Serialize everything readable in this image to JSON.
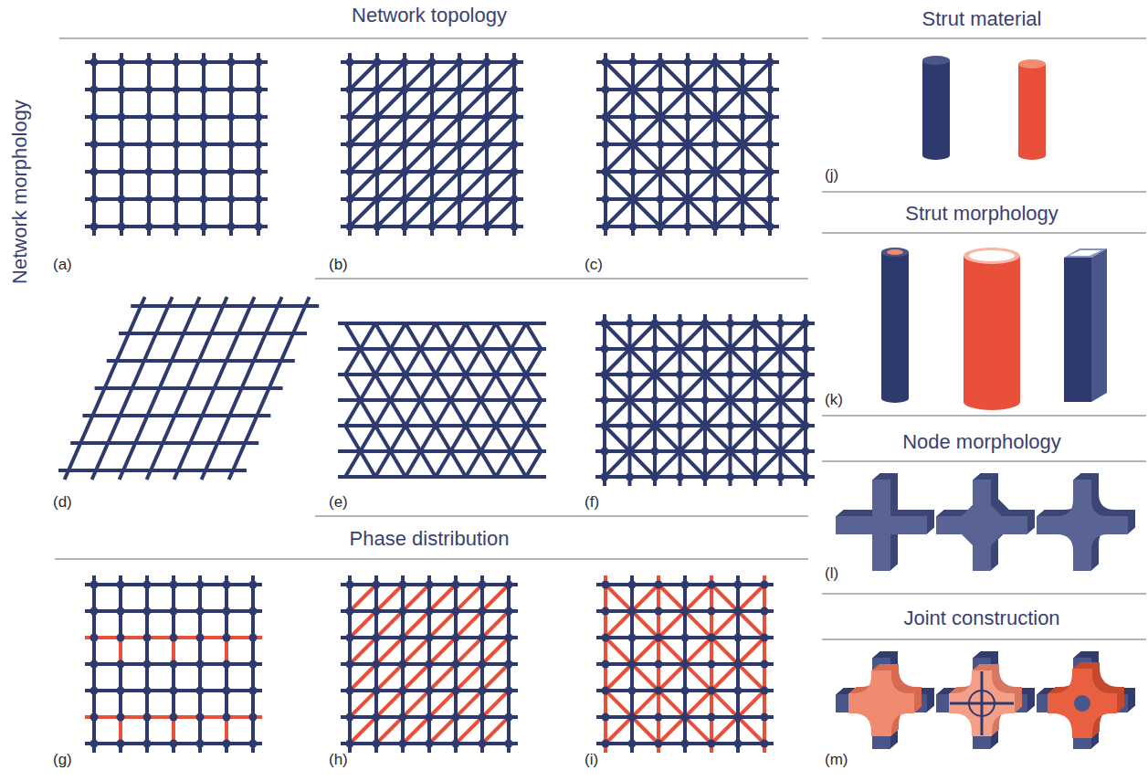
{
  "diagram": {
    "labels": [
      "Network topology",
      "Network morphology",
      "(a)",
      "(b)",
      "(c)",
      "(d)",
      "(e)",
      "(f)",
      "Phase distribution",
      "(g)",
      "(h)",
      "(i)",
      "Strut material",
      "(j)",
      "Strut morphology",
      "(k)",
      "Node morphology",
      "(l)",
      "Joint construction",
      "(m)"
    ]
  }
}
